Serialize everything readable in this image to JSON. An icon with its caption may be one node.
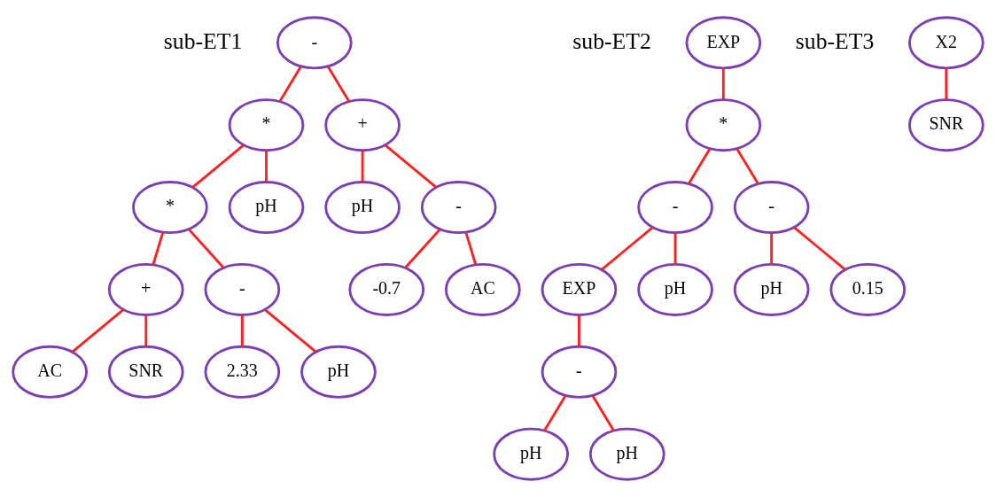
{
  "diagram": {
    "nodes": [
      {
        "text": [
          "-"
        ]
      },
      {
        "text": [
          "*"
        ]
      },
      {
        "text": [
          "+"
        ]
      },
      {
        "text": [
          "*"
        ]
      },
      {
        "text": [
          "pH"
        ]
      },
      {
        "text": [
          "pH"
        ]
      },
      {
        "text": [
          "-"
        ]
      },
      {
        "text": [
          "+"
        ]
      },
      {
        "text": [
          "-"
        ]
      },
      {
        "text": [
          "-0.7"
        ]
      },
      {
        "text": [
          "AC"
        ]
      },
      {
        "text": [
          "AC"
        ]
      },
      {
        "text": [
          "SNR"
        ]
      },
      {
        "text": [
          "2.33"
        ]
      },
      {
        "text": [
          "pH"
        ]
      },
      {
        "text": [
          "EXP"
        ]
      },
      {
        "text": [
          "*"
        ]
      },
      {
        "text": [
          "-"
        ]
      },
      {
        "text": [
          "-"
        ]
      },
      {
        "text": [
          "EXP"
        ]
      },
      {
        "text": [
          "pH"
        ]
      },
      {
        "text": [
          "pH"
        ]
      },
      {
        "text": [
          "0.15"
        ]
      },
      {
        "text": [
          "-"
        ]
      },
      {
        "text": [
          "pH"
        ]
      },
      {
        "text": [
          "pH"
        ]
      },
      {
        "text": [
          "X2"
        ]
      },
      {
        "text": [
          "SNR"
        ]
      }
    ],
    "edges": [
      {
        "from": 0,
        "to": 1,
        "arrow": "none"
      },
      {
        "from": 0,
        "to": 2,
        "arrow": "none"
      },
      {
        "from": 1,
        "to": 3,
        "arrow": "none"
      },
      {
        "from": 1,
        "to": 4,
        "arrow": "none"
      },
      {
        "from": 2,
        "to": 5,
        "arrow": "none"
      },
      {
        "from": 2,
        "to": 6,
        "arrow": "none"
      },
      {
        "from": 3,
        "to": 7,
        "arrow": "none"
      },
      {
        "from": 3,
        "to": 8,
        "arrow": "none"
      },
      {
        "from": 6,
        "to": 9,
        "arrow": "none"
      },
      {
        "from": 6,
        "to": 10,
        "arrow": "none"
      },
      {
        "from": 7,
        "to": 11,
        "arrow": "none"
      },
      {
        "from": 7,
        "to": 12,
        "arrow": "none"
      },
      {
        "from": 8,
        "to": 13,
        "arrow": "none"
      },
      {
        "from": 8,
        "to": 14,
        "arrow": "none"
      },
      {
        "from": 15,
        "to": 16,
        "arrow": "none"
      },
      {
        "from": 16,
        "to": 17,
        "arrow": "none"
      },
      {
        "from": 16,
        "to": 18,
        "arrow": "none"
      },
      {
        "from": 17,
        "to": 19,
        "arrow": "none"
      },
      {
        "from": 17,
        "to": 20,
        "arrow": "none"
      },
      {
        "from": 18,
        "to": 21,
        "arrow": "none"
      },
      {
        "from": 18,
        "to": 22,
        "arrow": "none"
      },
      {
        "from": 19,
        "to": 23,
        "arrow": "none"
      },
      {
        "from": 23,
        "to": 24,
        "arrow": "none"
      },
      {
        "from": 23,
        "to": 25,
        "arrow": "none"
      },
      {
        "from": 26,
        "to": 27,
        "arrow": "none"
      }
    ],
    "labels": [
      "sub-ET1",
      "sub-ET2",
      "sub-ET3"
    ]
  }
}
